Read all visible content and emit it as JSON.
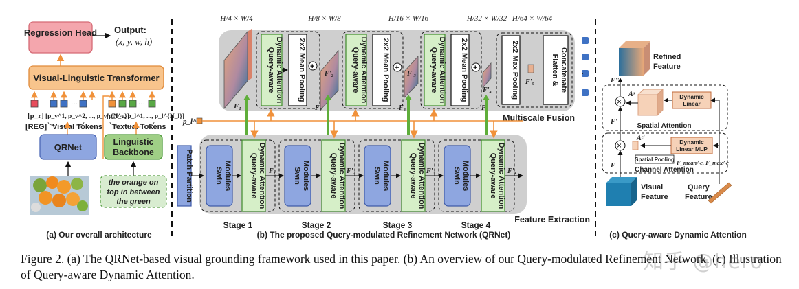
{
  "panel_a": {
    "regression_head": "Regression Head",
    "output_label": "Output:",
    "output_value": "(x, y, w, h)",
    "transformer": "Visual-Linguistic Transformer",
    "reg_token": "[p_r]",
    "visual_tokens_math": "[p_v^1, p_v^2, ..., p_v^{N_v}]",
    "textual_tokens_math": "[p_l^c, p_l^1, ..., p_l^{N_l}]",
    "reg_label": "[REG]",
    "visual_tokens": "Visual Tokens",
    "textual_tokens": "Textual Tokens",
    "qrnet": "QRNet",
    "linguistic_backbone": "Linguistic Backbone",
    "query_text": "the orange on top in between the green",
    "caption": "(a) Our overall architecture"
  },
  "panel_b": {
    "scales": [
      "H/4 × W/4",
      "H/8 × W/8",
      "H/16 × W/16",
      "H/32 × W/32",
      "H/64 × W/64"
    ],
    "qada": "Query-aware Dynamic Attention",
    "mean_pool": "2x2 Mean Pooling",
    "max_pool": "2x2 Max Pooling",
    "flatten": "Flatten & Concatenate",
    "multiscale": "Multiscale Fusion",
    "patch_partition": "Patch Partition",
    "swin": "Swin Modules",
    "stages": [
      "Stage 1",
      "Stage 2",
      "Stage 3",
      "Stage 4"
    ],
    "feature_extraction": "Feature Extraction",
    "query_feat": "p_l^c",
    "top_feats": [
      "F_1",
      "F'_2",
      "F_2",
      "F'_3",
      "F_3",
      "F'_4",
      "F_4",
      "F'_5"
    ],
    "bottom_feats": [
      "F_1",
      "F'_2",
      "F'_3",
      "F'_4"
    ],
    "caption": "(b) The proposed Query-modulated Refinement Network (QRNet)"
  },
  "panel_c": {
    "refined_feature": "Refined Feature",
    "dynamic_linear": "Dynamic Linear",
    "spatial_attention": "Spatial Attention",
    "dynamic_linear_mlp": "Dynamic Linear MLP",
    "spatial_pooling": "Spatial Pooling",
    "channel_attention": "Channel Attention",
    "visual_feature": "Visual Feature",
    "query_feature": "Query Feature",
    "f_top": "F''",
    "f_mid": "F'",
    "f_bot": "F",
    "a_s": "A^s",
    "a_cl": "A^cl",
    "pool_out": "F_mean^c, F_max^c",
    "caption": "(c) Query-aware Dynamic Attention"
  },
  "caption": {
    "line": "Figure 2.  (a) The QRNet-based visual grounding framework used in this paper.  (b) An overview of our Query-modulated Refinement Network. (c) Illustration of Query-aware Dynamic Attention."
  },
  "watermark": "知乎 @hero",
  "colors": {
    "red_box": "#f4a6ad",
    "orange_box": "#f8c48c",
    "blue_box": "#8ea6e0",
    "green_box": "#9fcf86",
    "green_light": "#d8ecd0",
    "gray_panel": "#cfcfcf",
    "orange_line": "#f0913a",
    "green_arrow": "#5fae3b"
  }
}
